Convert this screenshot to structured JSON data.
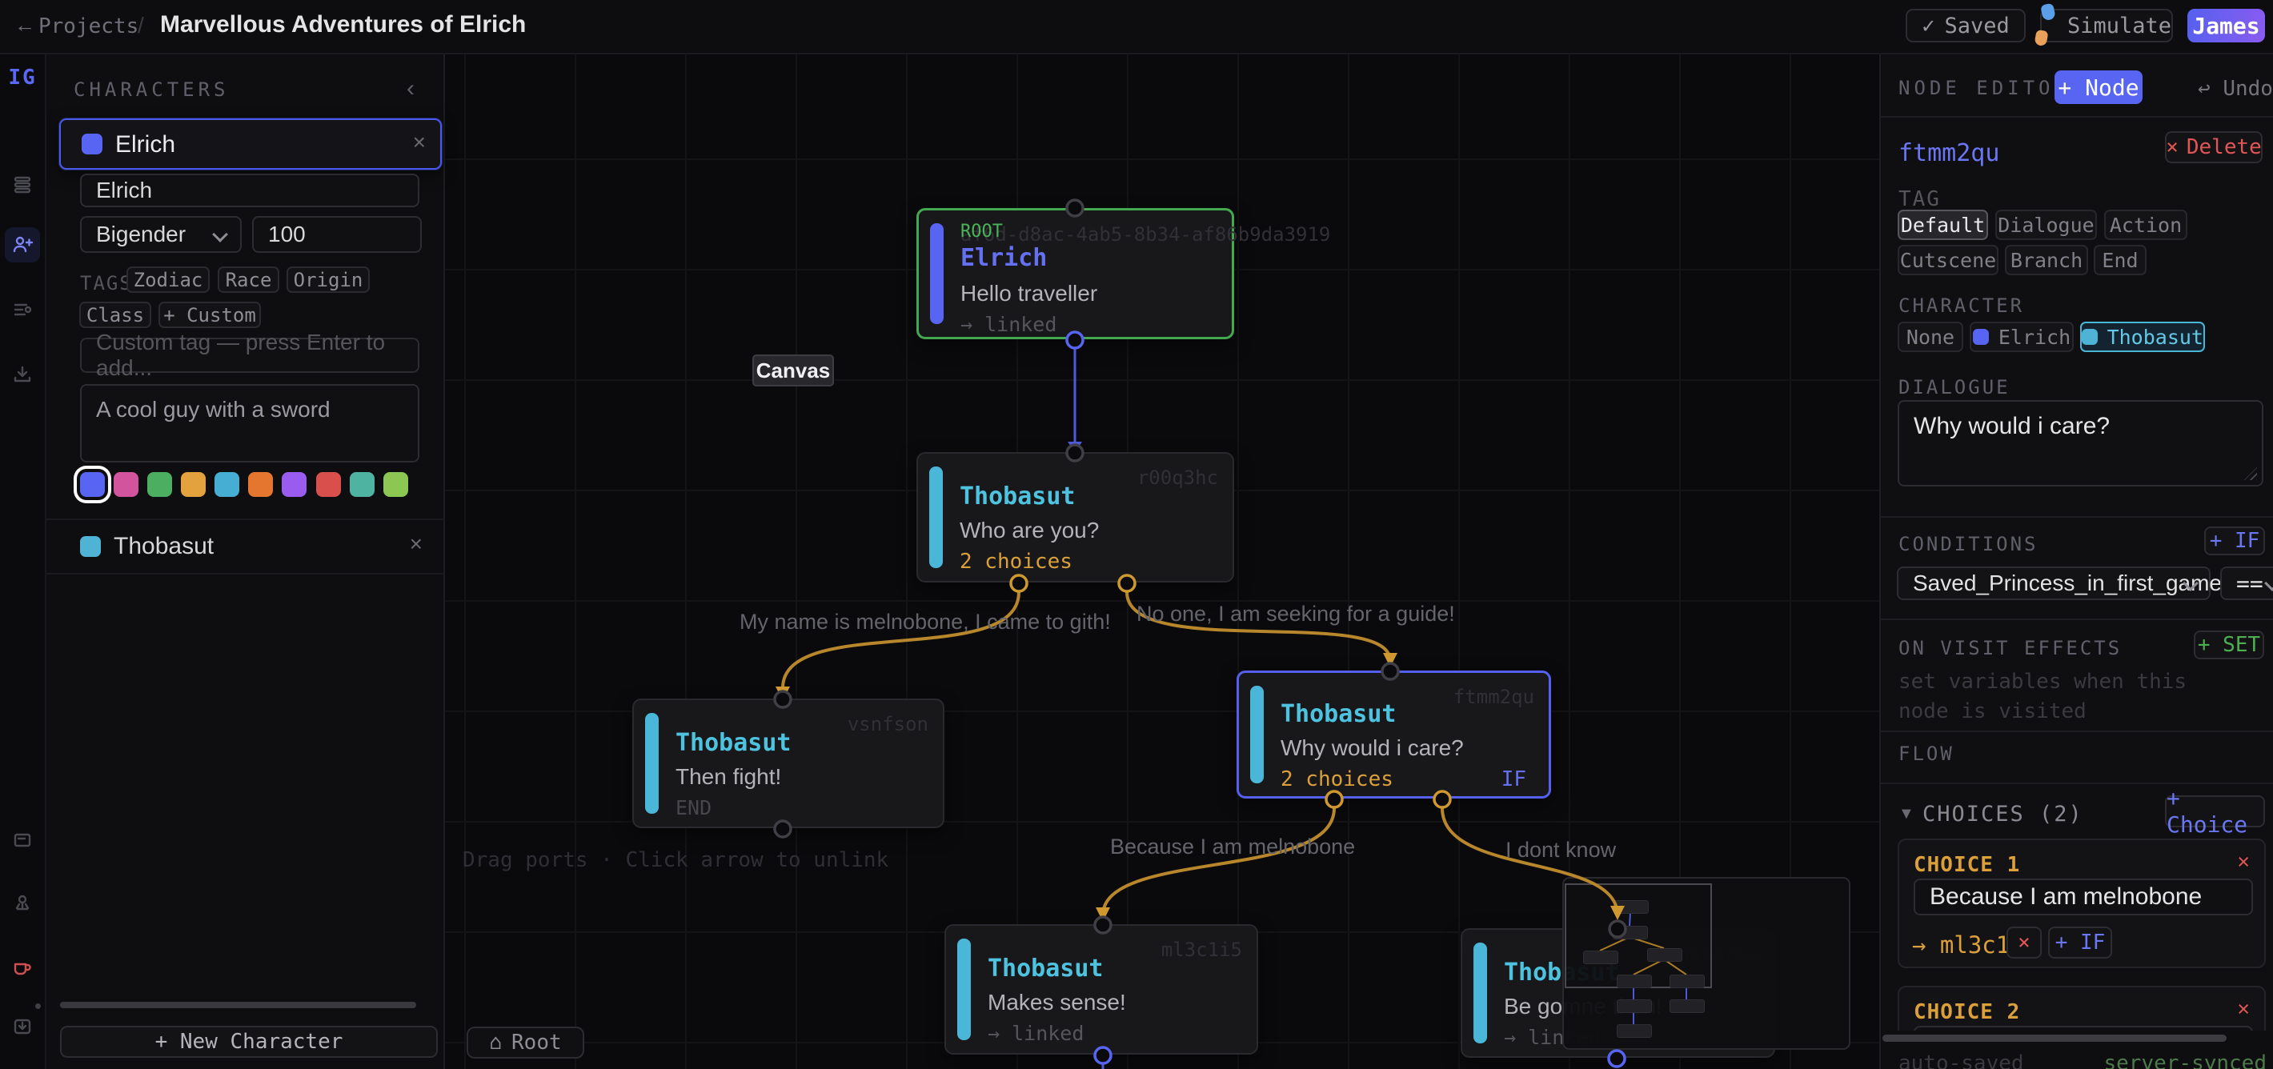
{
  "icons": {
    "back": "←",
    "check": "✓",
    "collapse": "‹",
    "close": "×",
    "home": "⌂",
    "undo": "↩",
    "caret_down": "▼",
    "arrow_right": "→"
  },
  "topbar": {
    "breadcrumb": "Projects",
    "separator": "/",
    "title": "Marvellous Adventures of Elrich",
    "saved_label": "Saved",
    "simulate_label": "Simulate",
    "user_label": "James"
  },
  "rail": {
    "logo": "IG"
  },
  "characters_panel": {
    "header": "CHARACTERS",
    "selected": {
      "name": "Elrich",
      "name_value": "Elrich",
      "gender_value": "Bigender",
      "number_value": "100",
      "tags_label": "TAGS",
      "tags": [
        "Zodiac",
        "Race",
        "Origin",
        "Class"
      ],
      "add_tag_label": "+ Custom",
      "custom_tag_placeholder": "Custom tag — press Enter to add...",
      "description": "A cool guy with a sword",
      "colors": [
        "#5865f2",
        "#d1549c",
        "#4cae60",
        "#e3a23d",
        "#46aed2",
        "#e4762f",
        "#9a5bef",
        "#d94f4c",
        "#4fb3a2",
        "#8cc653"
      ]
    },
    "other_character": {
      "name": "Thobasut",
      "color": "#4fb3d6"
    },
    "new_character_label": "+ New Character"
  },
  "canvas": {
    "tooltip": "Canvas",
    "hint": "Drag ports · Click arrow to unlink",
    "root_button_label": "Root",
    "nodes": [
      {
        "id": "af6d-d8ac-4ab5-8b34-af86b9da3919",
        "badge": "ROOT",
        "title": "Elrich",
        "body": "Hello traveller",
        "meta": "→ linked"
      },
      {
        "id": "r00q3hc",
        "title": "Thobasut",
        "body": "Who are you?",
        "meta": "2 choices"
      },
      {
        "id": "vsnfson",
        "title": "Thobasut",
        "body": "Then fight!",
        "meta": "END"
      },
      {
        "id": "ftmm2qu",
        "title": "Thobasut",
        "body": "Why would i care?",
        "meta": "2 choices",
        "if_badge": "IF"
      },
      {
        "id": "ml3c1i5",
        "title": "Thobasut",
        "body": "Makes sense!",
        "meta": "→ linked"
      },
      {
        "id": "nscorku",
        "title": "Thobasut",
        "body": "Be gomne then!",
        "meta": "→ linked"
      }
    ],
    "edge_labels": [
      "My name is melnobone, I came to gith!",
      "No one, I am seeking for a guide!",
      "Because I am melnobone",
      "I dont know"
    ]
  },
  "editor": {
    "header": "NODE EDITOR",
    "add_node_label": "+ Node",
    "undo_label": "Undo",
    "node_id": "ftmm2qu",
    "delete_label": "Delete",
    "tag_label": "TAG",
    "tags": [
      "Default",
      "Dialogue",
      "Action",
      "Cutscene",
      "Branch",
      "End"
    ],
    "character_label": "CHARACTER",
    "characters": [
      "None",
      "Elrich",
      "Thobasut"
    ],
    "dialogue_label": "DIALOGUE",
    "dialogue_value": "Why would i care?",
    "conditions_label": "CONDITIONS",
    "add_if_label": "+ IF",
    "condition_var": "Saved_Princess_in_first_game",
    "condition_op": "==",
    "on_visit_label": "ON VISIT EFFECTS",
    "add_set_label": "+ SET",
    "on_visit_hint": "set variables when this node is visited",
    "flow_label": "FLOW",
    "choices_header": "CHOICES (2)",
    "add_choice_label": "+ Choice",
    "choices": [
      {
        "label": "CHOICE 1",
        "text": "Because I am melnobone",
        "target": "→ ml3c1i5",
        "add_if_label": "+ IF"
      },
      {
        "label": "CHOICE 2"
      }
    ],
    "status_left": "auto-saved",
    "status_right": "server-synced"
  }
}
